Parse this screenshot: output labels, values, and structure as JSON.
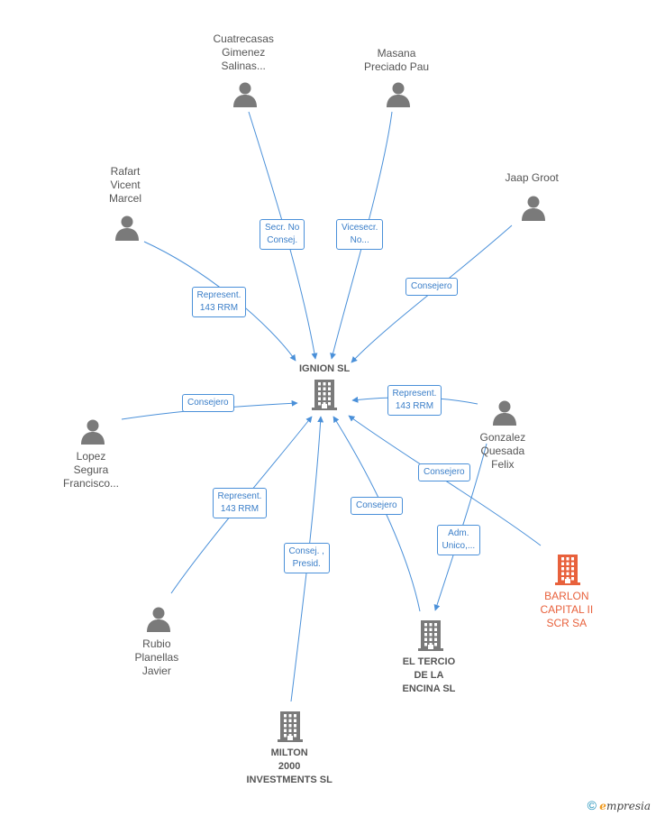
{
  "nodes": [
    {
      "id": "ignion",
      "kind": "company",
      "label": "IGNION  SL"
    },
    {
      "id": "cuatrecasas",
      "kind": "person",
      "label": "Cuatrecasas\nGimenez\nSalinas..."
    },
    {
      "id": "masana",
      "kind": "person",
      "label": "Masana\nPreciado Pau"
    },
    {
      "id": "rafart",
      "kind": "person",
      "label": "Rafart\nVicent\nMarcel"
    },
    {
      "id": "jaap",
      "kind": "person",
      "label": "Jaap Groot"
    },
    {
      "id": "gonzalez",
      "kind": "person",
      "label": "Gonzalez\nQuesada\nFelix"
    },
    {
      "id": "lopez",
      "kind": "person",
      "label": "Lopez\nSegura\nFrancisco..."
    },
    {
      "id": "barlon",
      "kind": "focus",
      "label": "BARLON\nCAPITAL II\nSCR SA"
    },
    {
      "id": "rubio",
      "kind": "person",
      "label": "Rubio\nPlanellas\nJavier"
    },
    {
      "id": "tercio",
      "kind": "company",
      "label": "EL TERCIO\nDE LA\nENCINA  SL"
    },
    {
      "id": "milton",
      "kind": "company",
      "label": "MILTON\n2000\nINVESTMENTS SL"
    }
  ],
  "edges": [
    {
      "from": "cuatrecasas",
      "to": "ignion",
      "label": "Secr.  No\nConsej."
    },
    {
      "from": "masana",
      "to": "ignion",
      "label": "Vicesecr.\nNo..."
    },
    {
      "from": "rafart",
      "to": "ignion",
      "label": "Represent.\n143 RRM"
    },
    {
      "from": "jaap",
      "to": "ignion",
      "label": "Consejero"
    },
    {
      "from": "lopez",
      "to": "ignion",
      "label": "Consejero"
    },
    {
      "from": "gonzalez",
      "to": "ignion",
      "label": "Represent.\n143 RRM"
    },
    {
      "from": "barlon",
      "to": "ignion",
      "label": "Consejero"
    },
    {
      "from": "gonzalez",
      "to": "tercio",
      "label": "Adm.\nUnico,..."
    },
    {
      "from": "rubio",
      "to": "ignion",
      "label": "Represent.\n143 RRM"
    },
    {
      "from": "milton",
      "to": "ignion",
      "label": "Consej. ,\nPresid."
    },
    {
      "from": "tercio",
      "to": "ignion",
      "label": "Consejero"
    }
  ],
  "colors": {
    "edge": "#4a90d9",
    "icon": "#7a7a7a",
    "focus": "#e8613c"
  },
  "footer": {
    "copyright": "©",
    "brand_initial": "e",
    "brand_rest": "mpresia"
  }
}
